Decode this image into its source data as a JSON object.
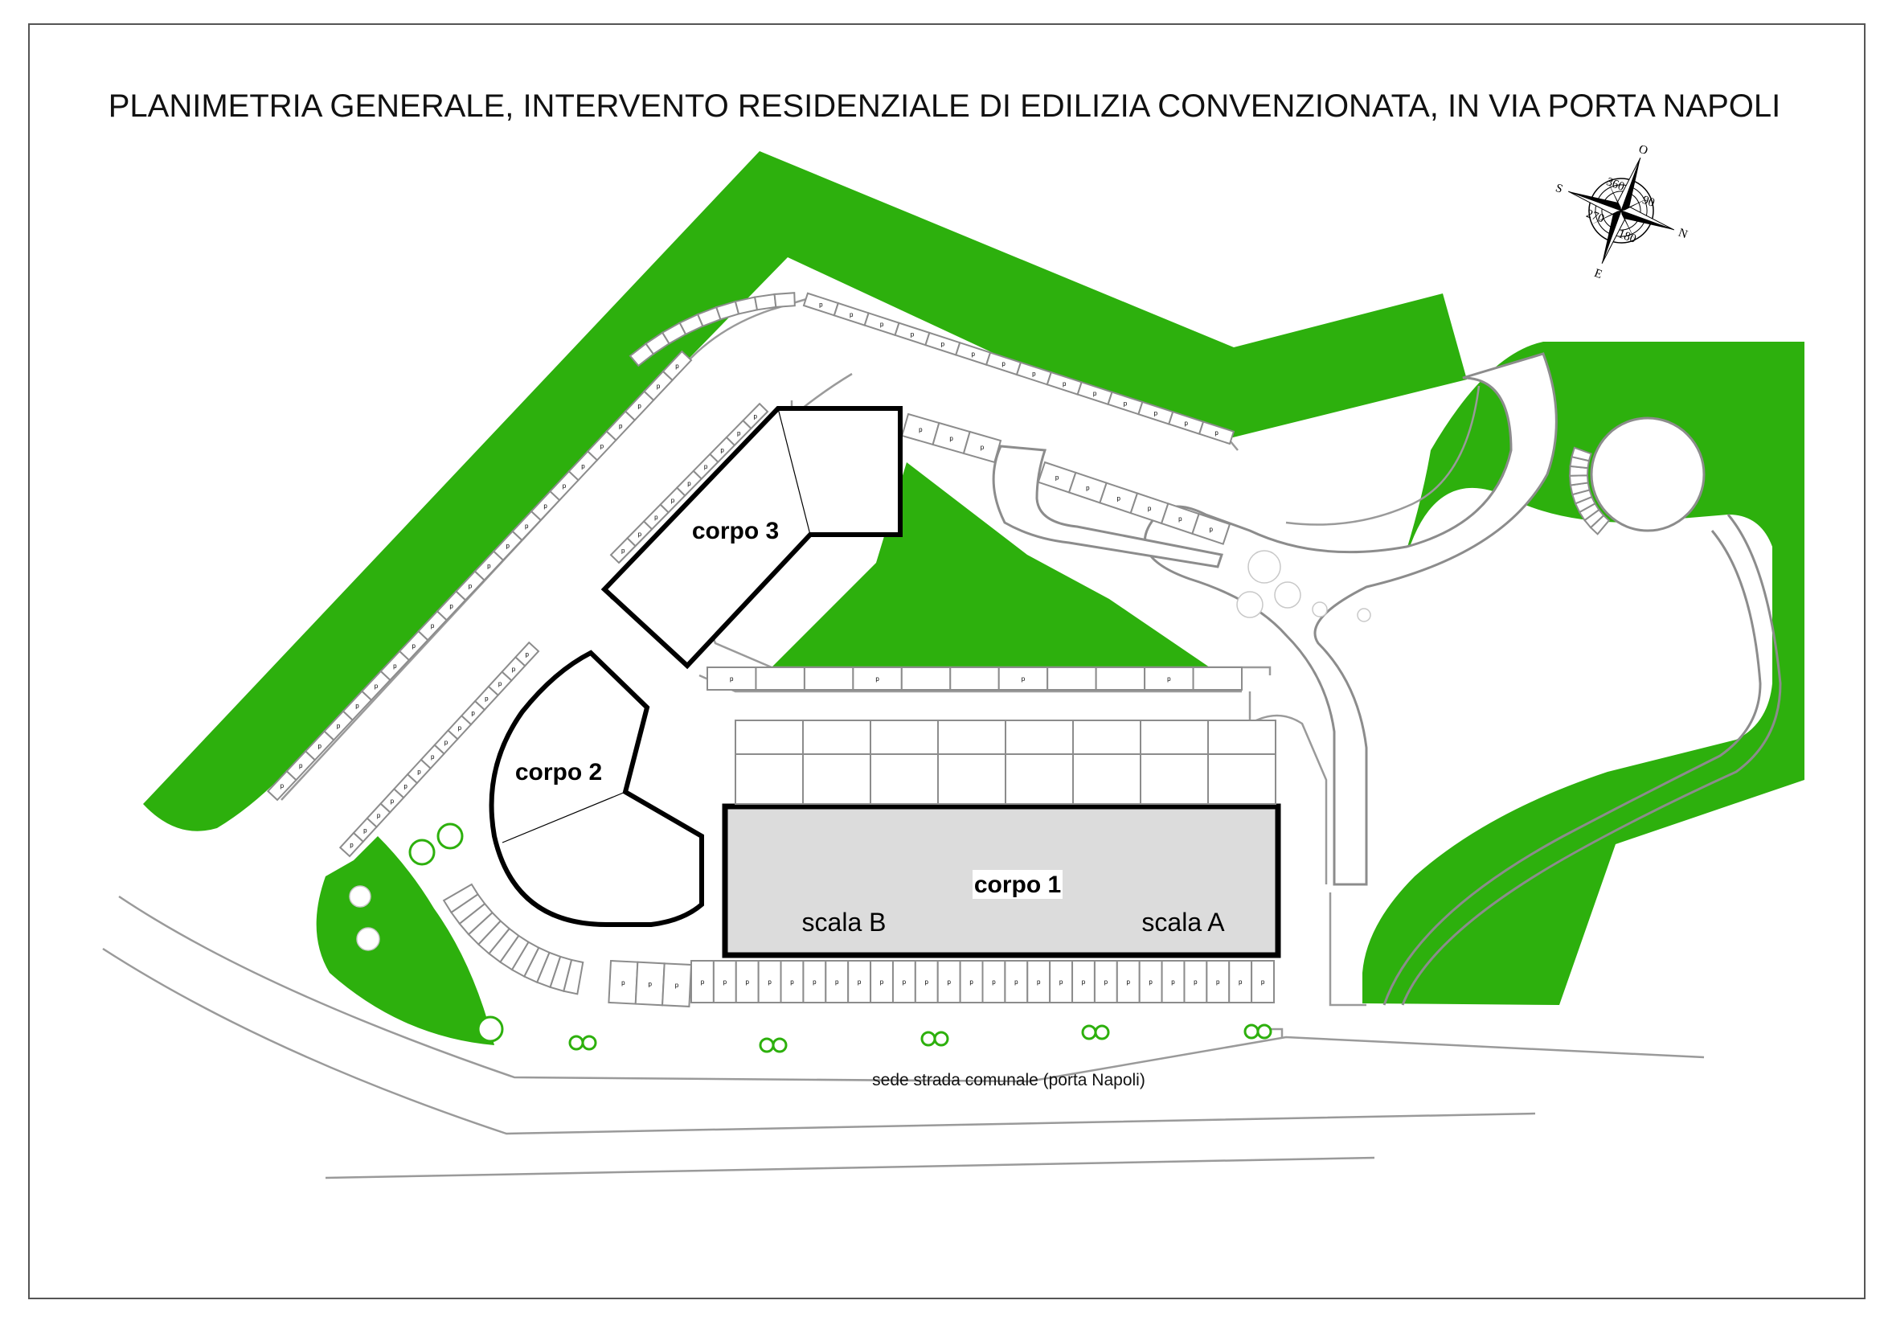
{
  "title": "PLANIMETRIA GENERALE, INTERVENTO RESIDENZIALE DI EDILIZIA CONVENZIONATA, IN VIA PORTA NAPOLI",
  "buildings": {
    "corpo1": {
      "label": "corpo 1",
      "stair_b": "scala B",
      "stair_a": "scala A"
    },
    "corpo2": {
      "label": "corpo 2"
    },
    "corpo3": {
      "label": "corpo 3"
    }
  },
  "road_label": "sede strada comunale (porta Napoli)",
  "parking_mark": "p",
  "compass": {
    "labels": [
      "N",
      "E",
      "S",
      "O"
    ],
    "degrees": [
      "90",
      "180",
      "270",
      "360"
    ]
  },
  "colors": {
    "green_area": "#2db00d",
    "building_highlight": "#dcdcdc",
    "road_line": "#8c8c8c",
    "frame": "#555555"
  },
  "icons": {
    "compass": "compass-rose-icon",
    "tree": "tree-icon"
  }
}
